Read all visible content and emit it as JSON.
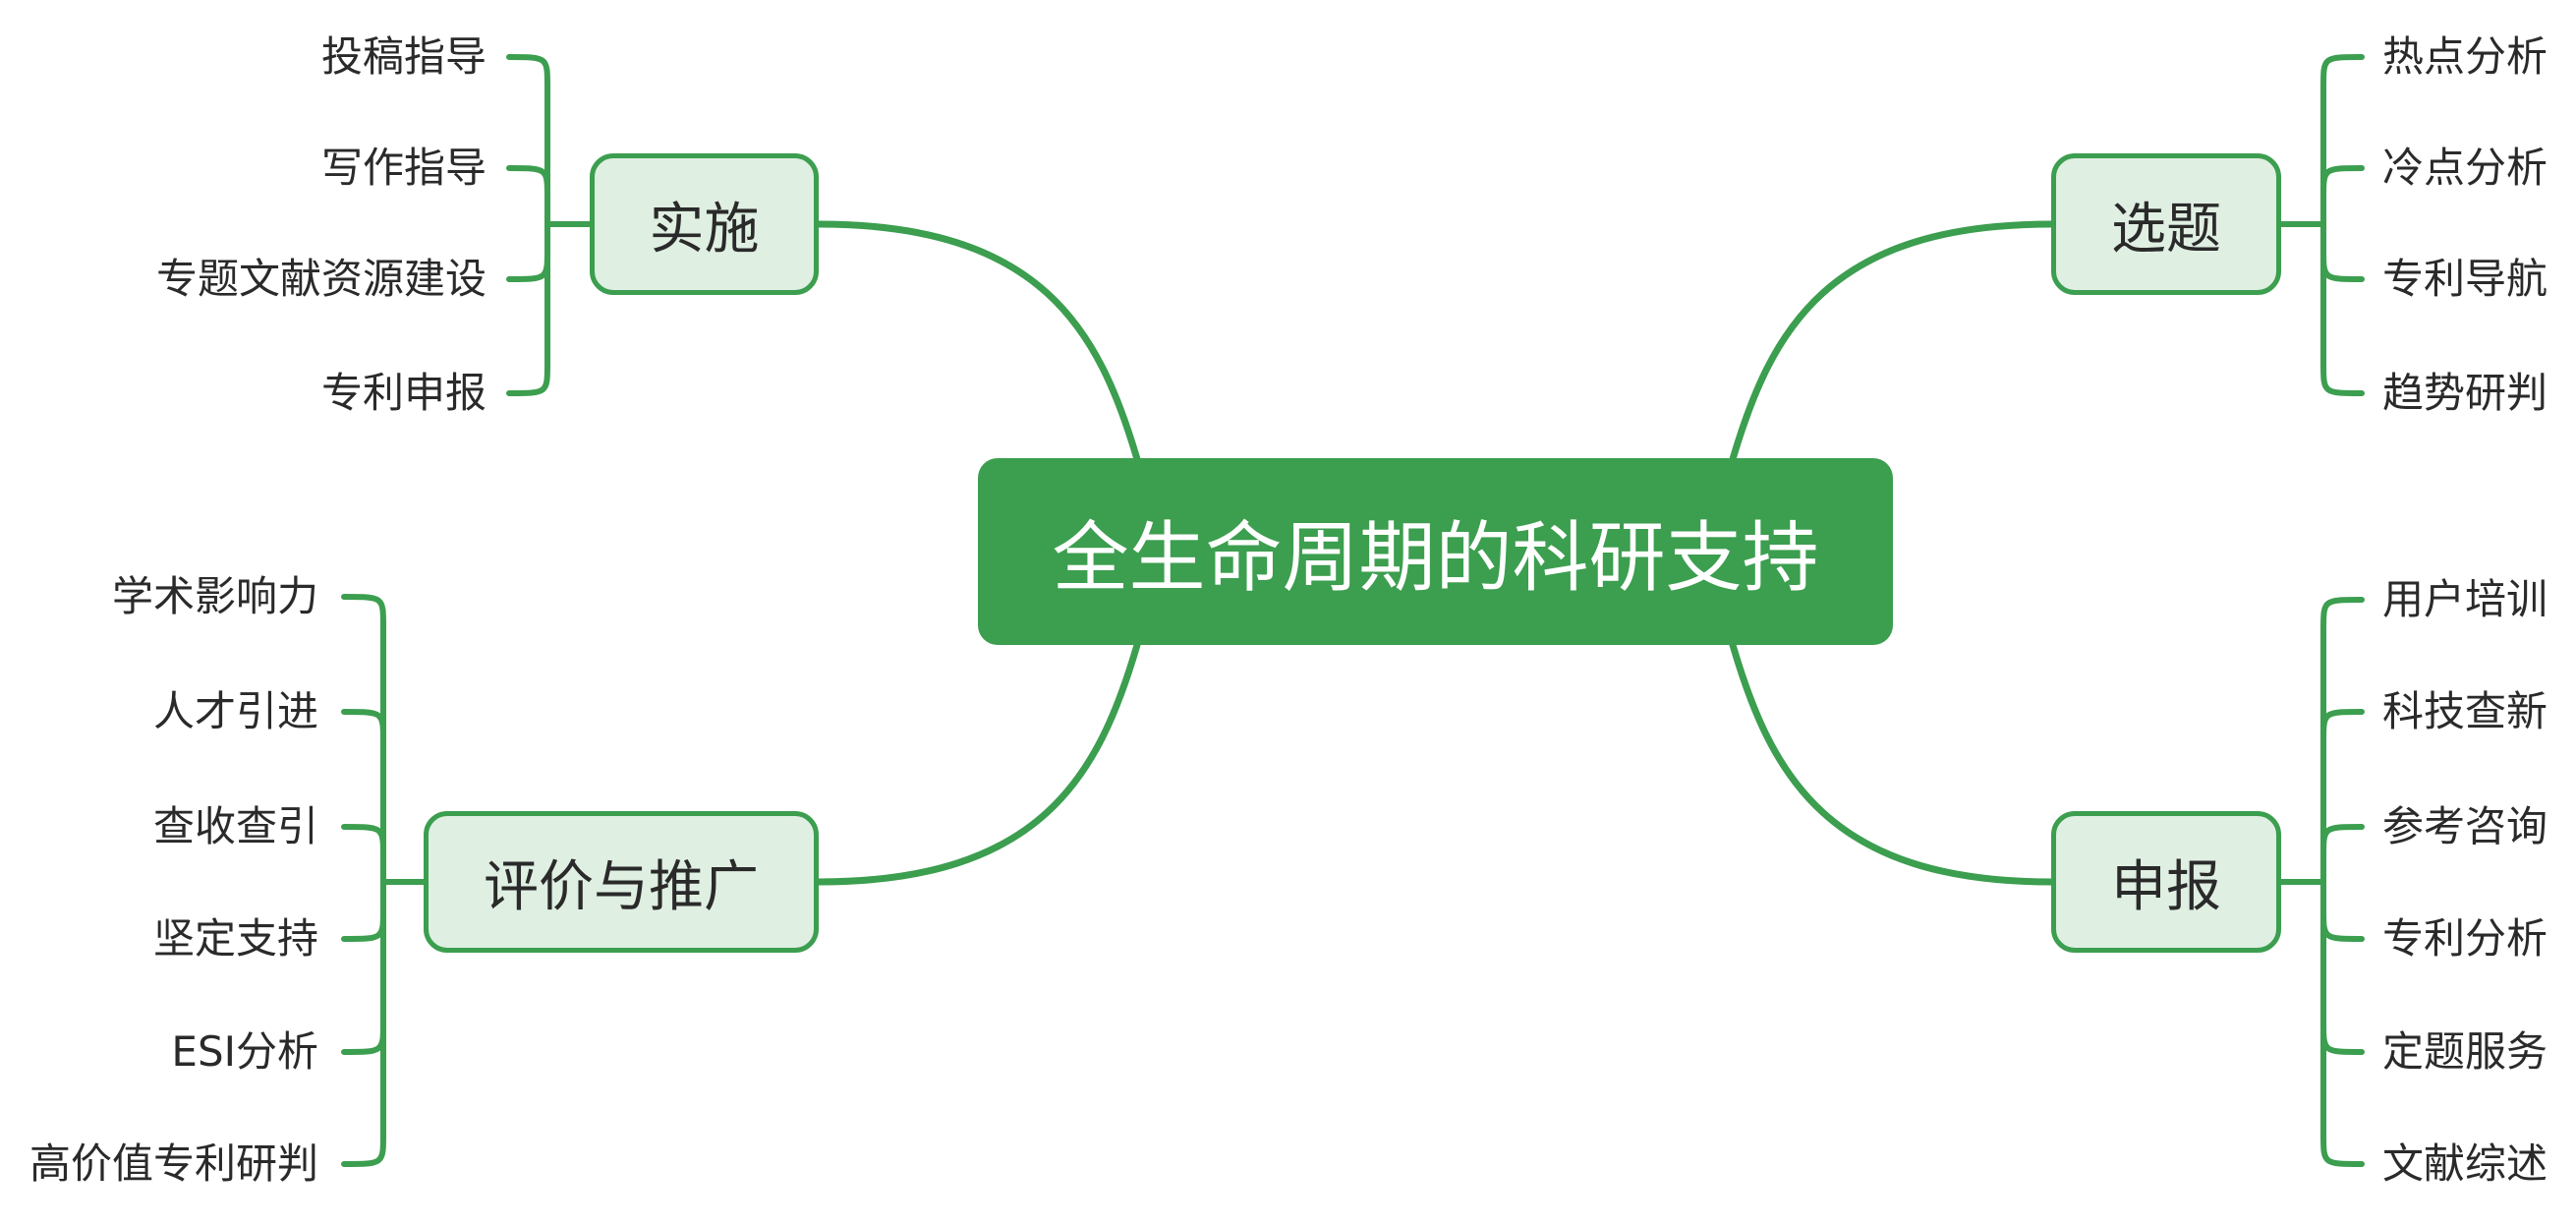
{
  "title": "全生命周期的科研支持",
  "colors": {
    "accent": "#3c9e4f",
    "branch_fill": "#dfefe2",
    "text": "#2a2a2a"
  },
  "branches": [
    {
      "key": "top-left",
      "label": "实施",
      "children": [
        "投稿指导",
        "写作指导",
        "专题文献资源建设",
        "专利申报"
      ]
    },
    {
      "key": "top-right",
      "label": "选题",
      "children": [
        "热点分析",
        "冷点分析",
        "专利导航",
        "趋势研判"
      ]
    },
    {
      "key": "bottom-left",
      "label": "评价与推广",
      "children": [
        "学术影响力",
        "人才引进",
        "查收查引",
        "坚定支持",
        "ESI分析",
        "高价值专利研判"
      ]
    },
    {
      "key": "bottom-right",
      "label": "申报",
      "children": [
        "用户培训",
        "科技查新",
        "参考咨询",
        "专利分析",
        "定题服务",
        "文献综述"
      ]
    }
  ]
}
